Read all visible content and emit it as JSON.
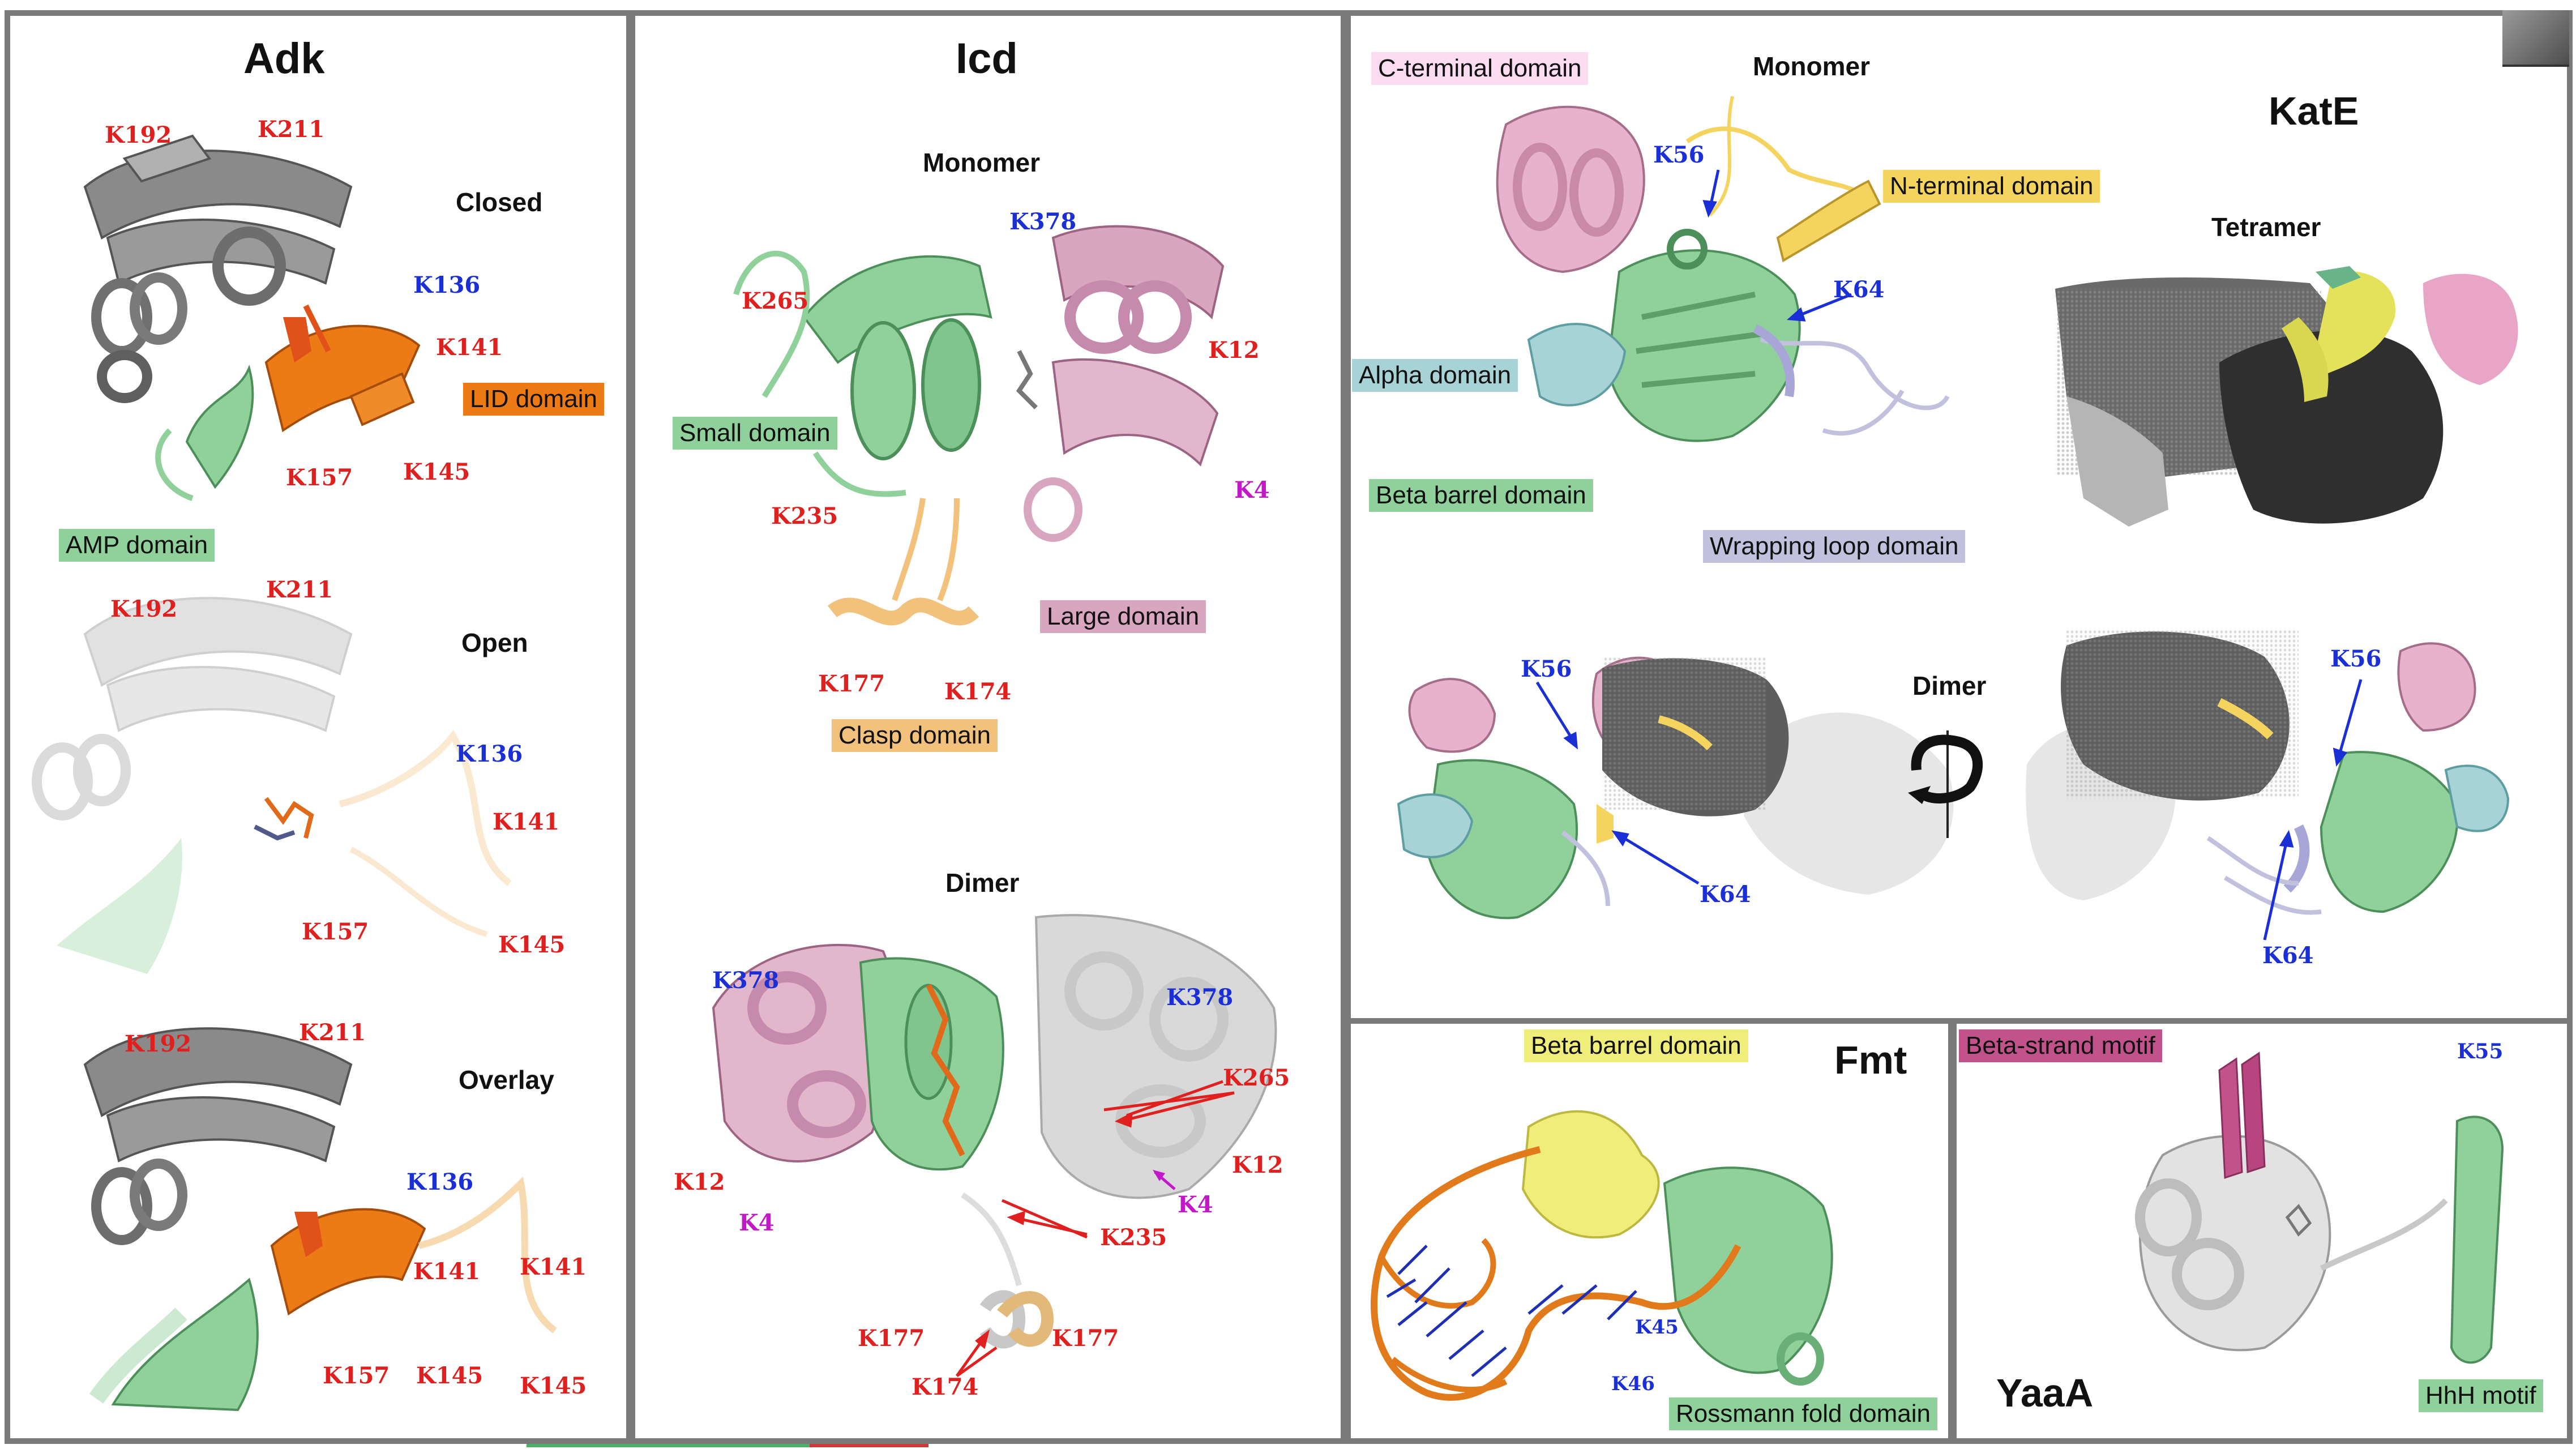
{
  "colors": {
    "border": "#7a7a7a",
    "lid_domain": "#ec7a15",
    "amp_domain": "#8fd09b",
    "small_domain": "#8fd09b",
    "large_domain": "#d9a6c0",
    "clasp_domain": "#f2c27c",
    "c_terminal_domain": "#fbdcf0",
    "n_terminal_domain": "#f4d35e",
    "alpha_domain": "#a7d3d6",
    "beta_barrel_domain": "#8fd09b",
    "wrapping_loop_domain": "#c2c1dd",
    "fmt_beta_barrel_domain": "#f0ee7a",
    "rossmann_domain": "#8fd09b",
    "beta_strand_motif": "#c2528a",
    "hhh_motif": "#8fd09b",
    "lysine_red": "#e0201e",
    "lysine_blue": "#1a2fd6",
    "lysine_magenta": "#c218c8"
  },
  "adk": {
    "title": "Adk",
    "closed": {
      "state": "Closed",
      "lid_domain": "LID domain",
      "amp_domain": "AMP domain",
      "lysines": {
        "k192": "K192",
        "k211": "K211",
        "k136": "K136",
        "k141": "K141",
        "k157": "K157",
        "k145": "K145"
      }
    },
    "open": {
      "state": "Open",
      "lysines": {
        "k192": "K192",
        "k211": "K211",
        "k136": "K136",
        "k141": "K141",
        "k157": "K157",
        "k145": "K145"
      }
    },
    "overlay": {
      "state": "Overlay",
      "lysines": {
        "k192": "K192",
        "k211": "K211",
        "k136": "K136",
        "k141a": "K141",
        "k141b": "K141",
        "k157": "K157",
        "k145a": "K145",
        "k145b": "K145"
      }
    }
  },
  "icd": {
    "title": "Icd",
    "monomer": {
      "label": "Monomer",
      "small_domain": "Small domain",
      "large_domain": "Large domain",
      "clasp_domain": "Clasp domain",
      "lysines": {
        "k378": "K378",
        "k265": "K265",
        "k12": "K12",
        "k4": "K4",
        "k235": "K235",
        "k177": "K177",
        "k174": "K174"
      }
    },
    "dimer": {
      "label": "Dimer",
      "lysines": {
        "k378a": "K378",
        "k378b": "K378",
        "k265": "K265",
        "k12a": "K12",
        "k12b": "K12",
        "k4a": "K4",
        "k4b": "K4",
        "k235": "K235",
        "k177a": "K177",
        "k177b": "K177",
        "k174": "K174"
      }
    }
  },
  "kate": {
    "title": "KatE",
    "monomer": {
      "label": "Monomer",
      "c_terminal": "C-terminal domain",
      "n_terminal": "N-terminal domain",
      "alpha": "Alpha domain",
      "beta_barrel": "Beta barrel domain",
      "wrapping_loop": "Wrapping loop domain",
      "lysines": {
        "k56": "K56",
        "k64": "K64"
      }
    },
    "tetramer": {
      "label": "Tetramer"
    },
    "dimer": {
      "label": "Dimer",
      "lysines": {
        "k56a": "K56",
        "k64a": "K64",
        "k56b": "K56",
        "k64b": "K64"
      }
    }
  },
  "fmt": {
    "title": "Fmt",
    "beta_barrel": "Beta barrel domain",
    "rossmann": "Rossmann fold domain",
    "lysines": {
      "k45": "K45",
      "k46": "K46"
    }
  },
  "yaaa": {
    "title": "YaaA",
    "beta_strand": "Beta-strand motif",
    "hhh": "HhH motif",
    "lysines": {
      "k55": "K55"
    }
  }
}
